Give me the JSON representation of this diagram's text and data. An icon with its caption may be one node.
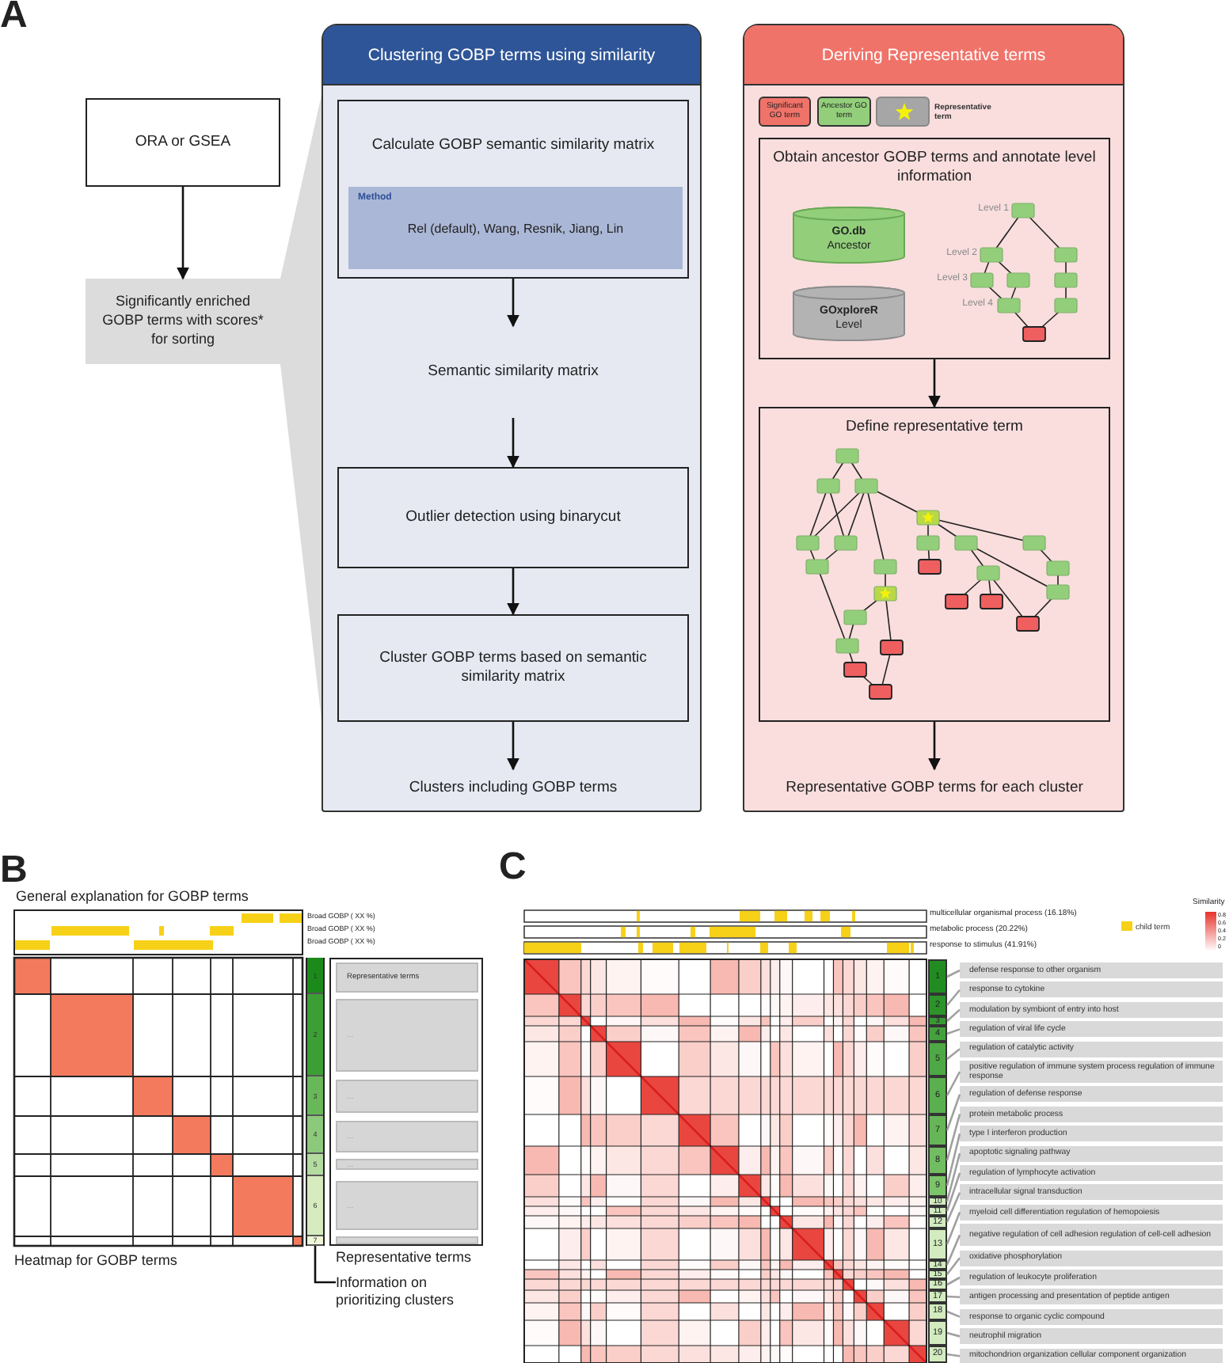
{
  "diagram": {
    "nodes": [
      {
        "text": [
          "ORA or GSEA"
        ]
      },
      {
        "text": [
          "Significantly enriched GOBP terms with scores* for sorting"
        ]
      },
      {
        "text": [
          "Clustering GOBP terms using similarity"
        ]
      },
      {
        "text": [
          "Calculate GOBP semantic similarity matrix"
        ],
        "in": 2
      },
      {
        "text": [
          "Method",
          "Rel (default), Wang, Resnik, Jiang, Lin"
        ],
        "in": 3
      },
      {
        "text": [
          "Semantic similarity matrix"
        ],
        "in": 2
      },
      {
        "text": [
          "Outlier detection using binarycut"
        ],
        "in": 2
      },
      {
        "text": [
          "Cluster GOBP terms based on semantic similarity matrix"
        ],
        "in": 2
      },
      {
        "text": [
          "Clusters including GOBP terms"
        ],
        "in": 2
      },
      {
        "text": [
          "Deriving Representative terms"
        ]
      },
      {
        "text": [
          "Obtain ancestor GOBP terms and annotate level information"
        ],
        "in": 9
      },
      {
        "text": [
          "GO.db",
          "Ancestor"
        ],
        "in": 10
      },
      {
        "text": [
          "GOxploreR",
          "Level"
        ],
        "in": 10
      },
      {
        "text": [
          "Define representative term"
        ],
        "in": 9
      },
      {
        "text": [
          "Representative GOBP terms for each cluster"
        ],
        "in": 9
      },
      {
        "text": [
          "1",
          "2",
          "3",
          "4",
          "5",
          "6",
          "7"
        ]
      },
      {
        "text": [
          "Information on prioritizing clusters"
        ]
      },
      {
        "text": [
          "1"
        ]
      },
      {
        "text": [
          "2"
        ]
      },
      {
        "text": [
          "3"
        ]
      },
      {
        "text": [
          "4"
        ]
      },
      {
        "text": [
          "5"
        ]
      },
      {
        "text": [
          "6"
        ]
      },
      {
        "text": [
          "7"
        ]
      },
      {
        "text": [
          "8"
        ]
      },
      {
        "text": [
          "9"
        ]
      },
      {
        "text": [
          "10"
        ]
      },
      {
        "text": [
          "11"
        ]
      },
      {
        "text": [
          "12"
        ]
      },
      {
        "text": [
          "13"
        ]
      },
      {
        "text": [
          "14"
        ]
      },
      {
        "text": [
          "15"
        ]
      },
      {
        "text": [
          "16"
        ]
      },
      {
        "text": [
          "17"
        ]
      },
      {
        "text": [
          "18"
        ]
      },
      {
        "text": [
          "19"
        ]
      },
      {
        "text": [
          "20"
        ]
      },
      {
        "text": [
          "defense response to other organism"
        ]
      },
      {
        "text": [
          "response to cytokine"
        ]
      },
      {
        "text": [
          "modulation by symbiont of entry into host"
        ]
      },
      {
        "text": [
          "regulation of viral life cycle"
        ]
      },
      {
        "text": [
          "regulation of catalytic activity"
        ]
      },
      {
        "text": [
          "positive regulation of immune system process regulation of immune response"
        ]
      },
      {
        "text": [
          "regulation of defense response"
        ]
      },
      {
        "text": [
          "protein metabolic process"
        ]
      },
      {
        "text": [
          "type I interferon production"
        ]
      },
      {
        "text": [
          "apoptotic signaling pathway"
        ]
      },
      {
        "text": [
          "regulation of lymphocyte activation"
        ]
      },
      {
        "text": [
          "intracellular signal transduction"
        ]
      },
      {
        "text": [
          "myeloid cell differentiation regulation of hemopoiesis"
        ]
      },
      {
        "text": [
          "negative regulation of cell adhesion regulation of cell-cell adhesion"
        ]
      },
      {
        "text": [
          "oxidative phosphorylation"
        ]
      },
      {
        "text": [
          "regulation of leukocyte proliferation"
        ]
      },
      {
        "text": [
          "antigen processing and presentation of peptide antigen"
        ]
      },
      {
        "text": [
          "response to organic cyclic compound"
        ]
      },
      {
        "text": [
          "neutrophil migration"
        ]
      },
      {
        "text": [
          "mitochondrion organization cellular component organization"
        ]
      },
      {
        "text": [],
        "shape": "trapezoid"
      }
    ],
    "edges": [
      {
        "from": 0,
        "to": 1,
        "arrow": "to",
        "color": "#111111"
      },
      {
        "from": 3,
        "to": 5,
        "arrow": "to",
        "color": "#111111"
      },
      {
        "from": 5,
        "to": 6,
        "arrow": "to",
        "color": "#111111"
      },
      {
        "from": 6,
        "to": 7,
        "arrow": "to",
        "color": "#111111"
      },
      {
        "from": 7,
        "to": 8,
        "arrow": "to",
        "color": "#111111"
      },
      {
        "from": 10,
        "to": 13,
        "arrow": "to",
        "color": "#111111"
      },
      {
        "from": 13,
        "to": 14,
        "arrow": "to",
        "color": "#111111"
      },
      {
        "from": 16,
        "to": 15,
        "arrow": "none",
        "color": "#111111"
      },
      {
        "from": 17,
        "to": 37,
        "arrow": "none",
        "color": "#a0a0a0"
      },
      {
        "from": 18,
        "to": 38,
        "arrow": "none",
        "color": "#a0a0a0"
      },
      {
        "from": 19,
        "to": 39,
        "arrow": "none",
        "color": "#a0a0a0"
      },
      {
        "from": 20,
        "to": 40,
        "arrow": "none",
        "color": "#a0a0a0"
      },
      {
        "from": 21,
        "to": 41,
        "arrow": "none",
        "color": "#a0a0a0"
      },
      {
        "from": 22,
        "to": 42,
        "arrow": "none",
        "color": "#a0a0a0"
      },
      {
        "from": 23,
        "to": 43,
        "arrow": "none",
        "color": "#a0a0a0"
      },
      {
        "from": 24,
        "to": 44,
        "arrow": "none",
        "color": "#a0a0a0"
      },
      {
        "from": 25,
        "to": 45,
        "arrow": "none",
        "color": "#a0a0a0"
      },
      {
        "from": 26,
        "to": 46,
        "arrow": "none",
        "color": "#a0a0a0"
      },
      {
        "from": 27,
        "to": 47,
        "arrow": "none",
        "color": "#a0a0a0"
      },
      {
        "from": 28,
        "to": 48,
        "arrow": "none",
        "color": "#a0a0a0"
      },
      {
        "from": 29,
        "to": 49,
        "arrow": "none",
        "color": "#a0a0a0"
      },
      {
        "from": 30,
        "to": 50,
        "arrow": "none",
        "color": "#a0a0a0"
      },
      {
        "from": 31,
        "to": 51,
        "arrow": "none",
        "color": "#a0a0a0"
      },
      {
        "from": 32,
        "to": 52,
        "arrow": "none",
        "color": "#a0a0a0"
      },
      {
        "from": 33,
        "to": 53,
        "arrow": "none",
        "color": "#a0a0a0"
      },
      {
        "from": 34,
        "to": 54,
        "arrow": "none",
        "color": "#a0a0a0"
      },
      {
        "from": 35,
        "to": 55,
        "arrow": "none",
        "color": "#a0a0a0"
      },
      {
        "from": 36,
        "to": 56,
        "arrow": "none",
        "color": "#a0a0a0"
      }
    ],
    "labels": [
      "A",
      "Level 1",
      "Level 2",
      "Level 3",
      "Level 4",
      "B",
      "General explanation for GOBP terms",
      "Broad GOBP ( XX %)",
      "Broad GOBP ( XX %)",
      "Broad GOBP ( XX %)",
      "Representative terms",
      "...",
      "...",
      "...",
      "...",
      "...",
      "Heatmap for GOBP terms",
      "Representative terms",
      "C",
      "multicellular organismal process (16.18%)",
      "metabolic process (20.22%)",
      "response to stimulus (41.91%)",
      "Similarity",
      "0.8",
      "0.6",
      "0.4",
      "0.2",
      "0"
    ],
    "legend": [
      {
        "text": "Significant GO term",
        "color": "#f07369"
      },
      {
        "text": "Ancestor GO term",
        "color": "#93cf7b"
      },
      {
        "text": "Representative term"
      },
      {
        "text": "child term",
        "color": "#f7d117"
      }
    ]
  }
}
